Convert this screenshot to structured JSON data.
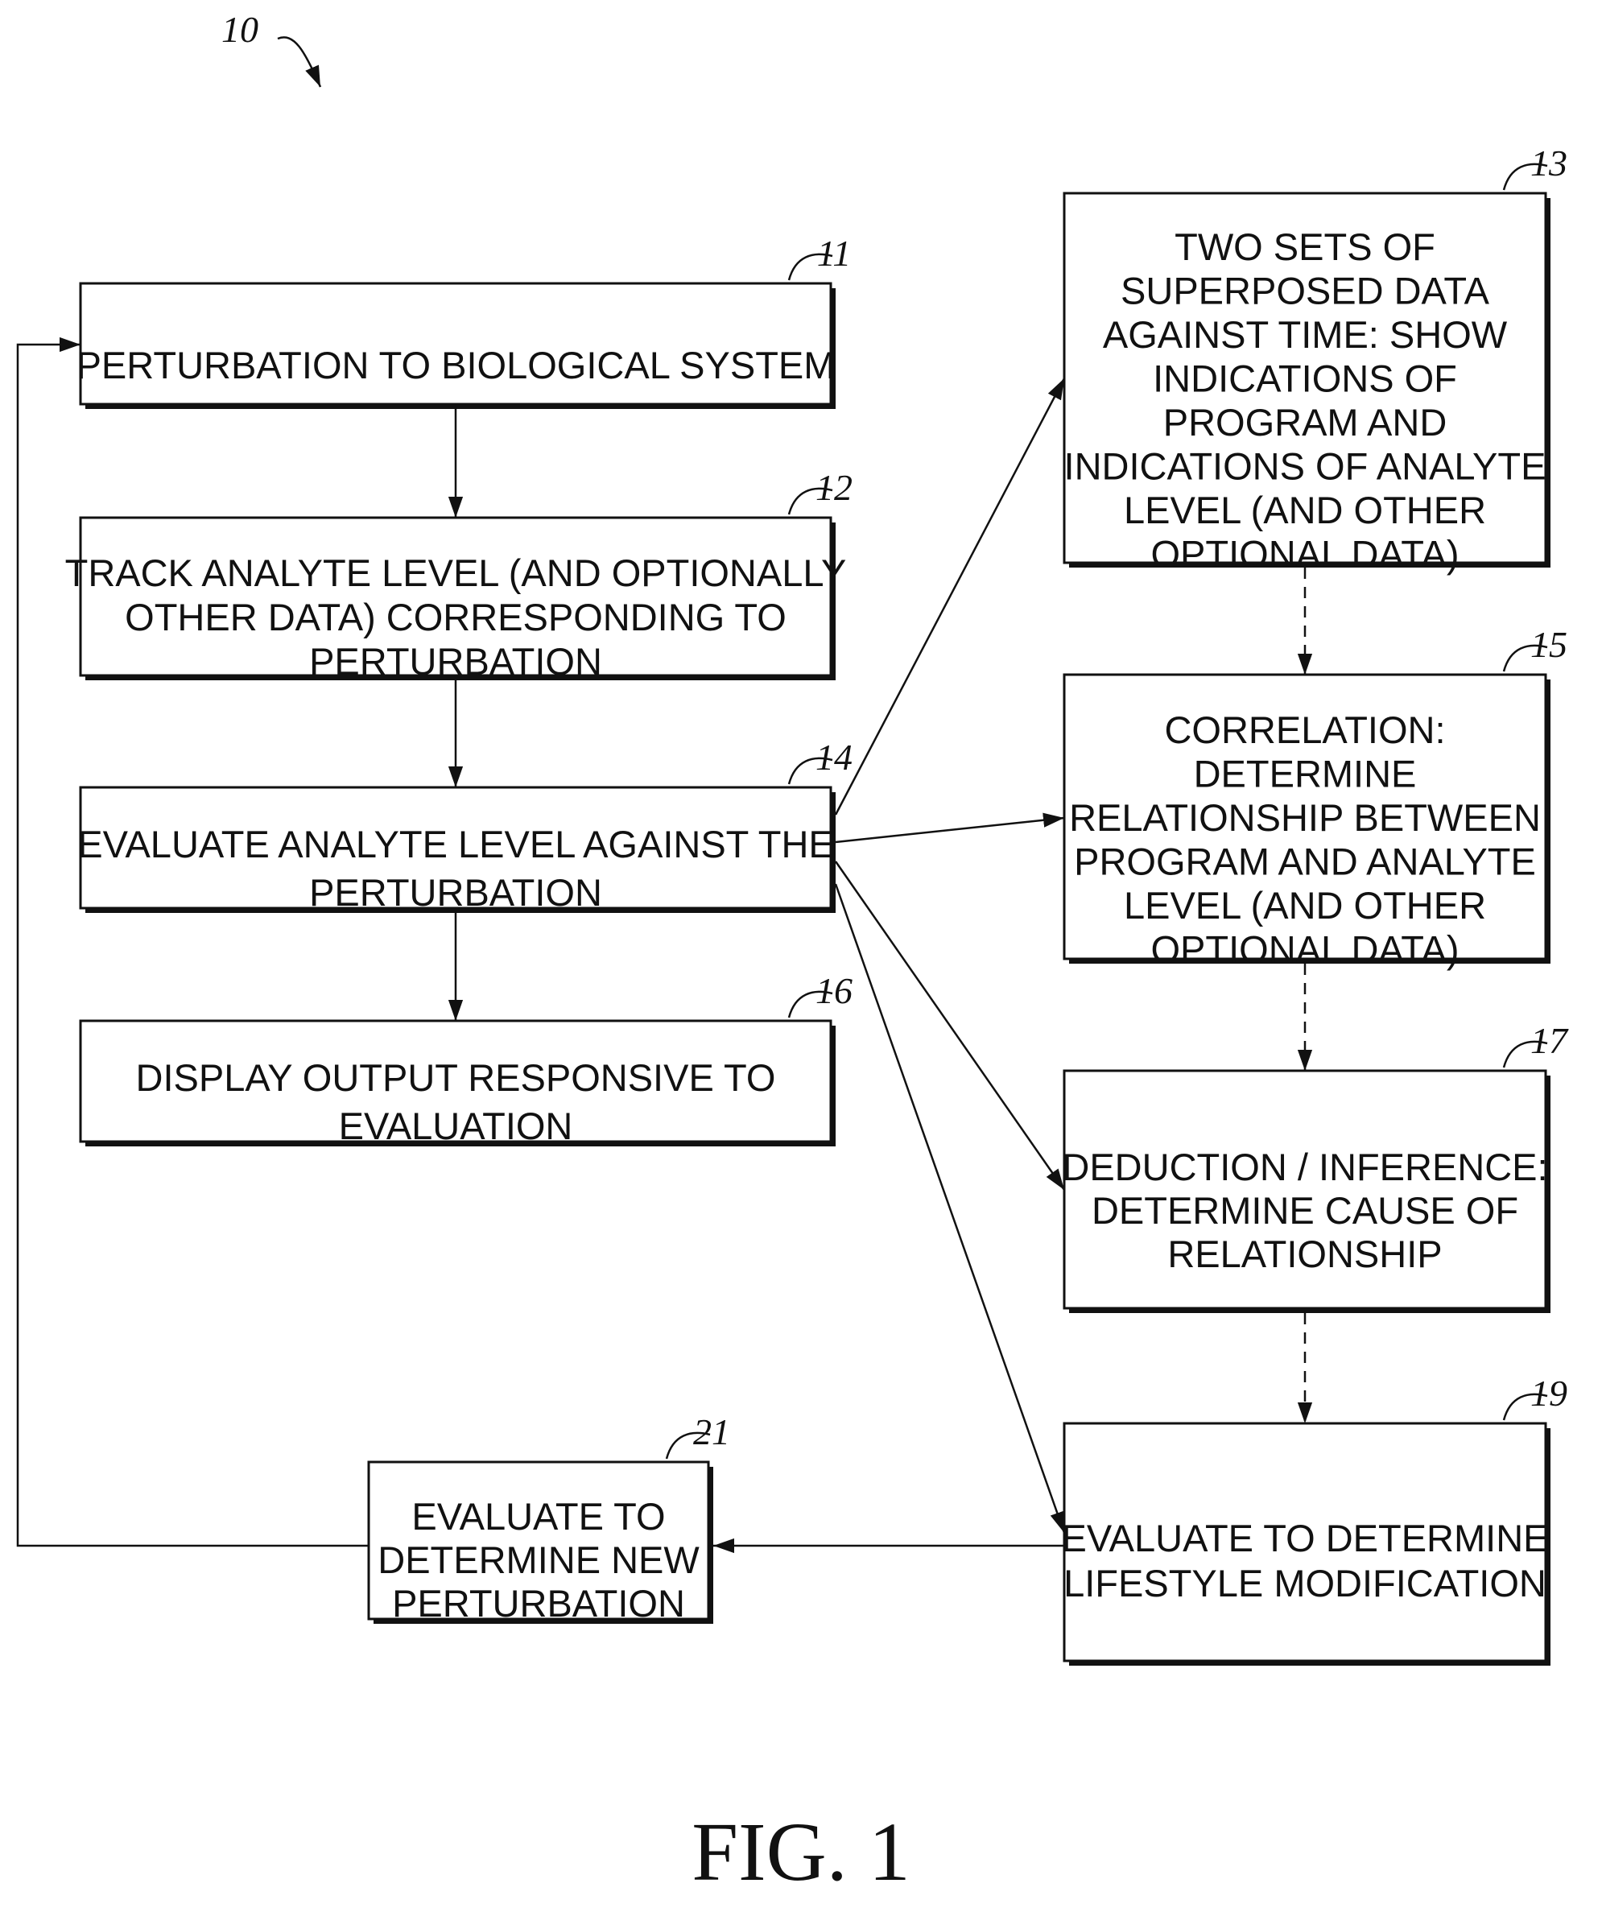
{
  "figure_ref": "10",
  "caption": "FIG. 1",
  "boxes": [
    {
      "id": "11",
      "ref": "11",
      "lines": [
        "PERTURBATION TO BIOLOGICAL SYSTEM"
      ]
    },
    {
      "id": "12",
      "ref": "12",
      "lines": [
        "TRACK ANALYTE LEVEL (AND OPTIONALLY",
        "OTHER DATA) CORRESPONDING TO",
        "PERTURBATION"
      ]
    },
    {
      "id": "14",
      "ref": "14",
      "lines": [
        "EVALUATE ANALYTE LEVEL AGAINST THE",
        "PERTURBATION"
      ]
    },
    {
      "id": "16",
      "ref": "16",
      "lines": [
        "DISPLAY OUTPUT RESPONSIVE TO",
        "EVALUATION"
      ]
    },
    {
      "id": "13",
      "ref": "13",
      "lines": [
        "TWO SETS OF",
        "SUPERPOSED DATA",
        "AGAINST TIME: SHOW",
        "INDICATIONS OF",
        "PROGRAM AND",
        "INDICATIONS OF ANALYTE",
        "LEVEL (AND OTHER",
        "OPTIONAL DATA)"
      ]
    },
    {
      "id": "15",
      "ref": "15",
      "lines": [
        "CORRELATION:",
        "DETERMINE",
        "RELATIONSHIP BETWEEN",
        "PROGRAM AND ANALYTE",
        "LEVEL (AND OTHER",
        "OPTIONAL DATA)"
      ]
    },
    {
      "id": "17",
      "ref": "17",
      "lines": [
        "DEDUCTION / INFERENCE:",
        "DETERMINE CAUSE OF",
        "RELATIONSHIP"
      ]
    },
    {
      "id": "19",
      "ref": "19",
      "lines": [
        "EVALUATE TO DETERMINE",
        "LIFESTYLE MODIFICATION"
      ]
    },
    {
      "id": "21",
      "ref": "21",
      "lines": [
        "EVALUATE TO",
        "DETERMINE NEW",
        "PERTURBATION"
      ]
    }
  ],
  "connections": [
    {
      "from": "11",
      "to": "12",
      "style": "solid"
    },
    {
      "from": "12",
      "to": "14",
      "style": "solid"
    },
    {
      "from": "14",
      "to": "16",
      "style": "solid"
    },
    {
      "from": "14",
      "to": "13",
      "style": "solid"
    },
    {
      "from": "14",
      "to": "15",
      "style": "solid"
    },
    {
      "from": "14",
      "to": "17",
      "style": "solid"
    },
    {
      "from": "14",
      "to": "19",
      "style": "solid"
    },
    {
      "from": "13",
      "to": "15",
      "style": "dashed"
    },
    {
      "from": "15",
      "to": "17",
      "style": "dashed"
    },
    {
      "from": "17",
      "to": "19",
      "style": "dashed"
    },
    {
      "from": "19",
      "to": "21",
      "style": "solid"
    },
    {
      "from": "21",
      "to": "11",
      "style": "solid"
    }
  ]
}
